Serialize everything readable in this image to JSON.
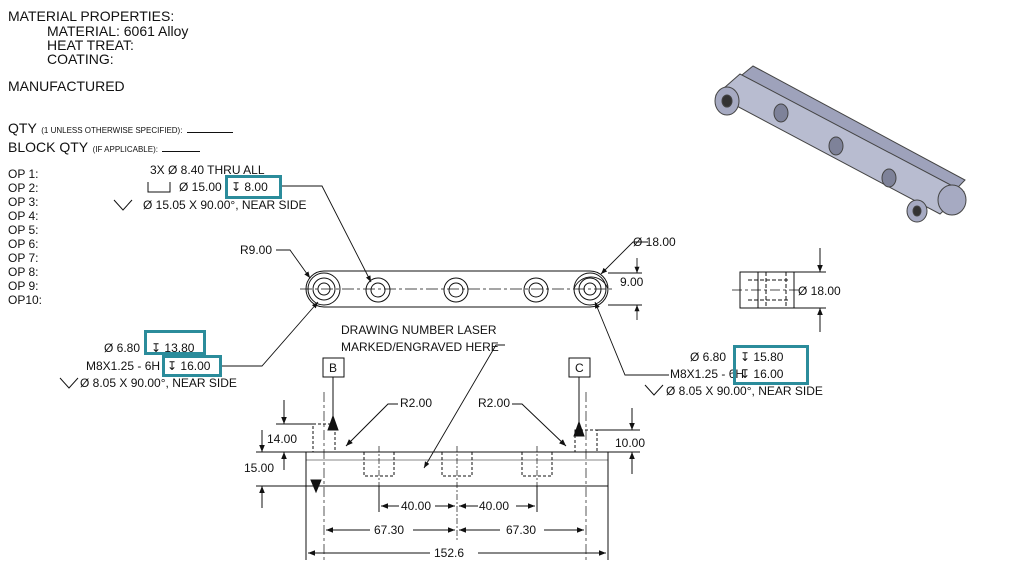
{
  "header": {
    "material_props": "MATERIAL PROPERTIES:",
    "material": "MATERIAL:  6061 Alloy",
    "heat_treat": "HEAT TREAT:",
    "coating": "COATING:",
    "manufactured": "MANUFACTURED",
    "qty": "QTY",
    "qty_note": "(1 UNLESS OTHERWISE SPECIFIED):",
    "block_qty": "BLOCK QTY",
    "block_qty_note": "(IF APPLICABLE):",
    "ops": [
      "OP  1:",
      "OP  2:",
      "OP  3:",
      "OP  4:",
      "OP  5:",
      "OP  6:",
      "OP  7:",
      "OP  8:",
      "OP  9:",
      "OP10:"
    ]
  },
  "callouts": {
    "thru": "3X  Ø  8.40 THRU ALL",
    "cbore": "Ø 15.00",
    "cbore_depth": "↧ 8.00",
    "csink": "Ø 15.05 X 90.00°, NEAR SIDE",
    "r9": "R9.00",
    "d18": "Ø 18.00",
    "h9": "9.00",
    "left_drill": "Ø  6.80",
    "left_drill_depth": "↧ 13.80",
    "left_tap": "M8X1.25 - 6H",
    "left_tap_depth": "↧ 16.00",
    "left_csink": "Ø 8.05 X 90.00°, NEAR SIDE",
    "laser_1": "DRAWING NUMBER LASER",
    "laser_2": "MARKED/ENGRAVED HERE",
    "right_drill": "Ø  6.80",
    "right_drill_depth": "↧ 15.80",
    "right_tap": "M8X1.25 - 6H",
    "right_tap_depth": "↧ 16.00",
    "right_csink": "Ø 8.05 X 90.00°, NEAR SIDE",
    "side_d18": "Ø 18.00"
  },
  "front_view": {
    "datum_b": "B",
    "datum_c": "C",
    "r2_left": "R2.00",
    "r2_right": "R2.00",
    "d14": "14.00",
    "d15": "15.00",
    "d10": "10.00",
    "d40a": "40.00",
    "d40b": "40.00",
    "d67a": "67.30",
    "d67b": "67.30",
    "d152": "152.6"
  },
  "colors": {
    "highlight": "#2b8c9b",
    "part_fill": "#b8bcd0",
    "line": "#111111"
  }
}
